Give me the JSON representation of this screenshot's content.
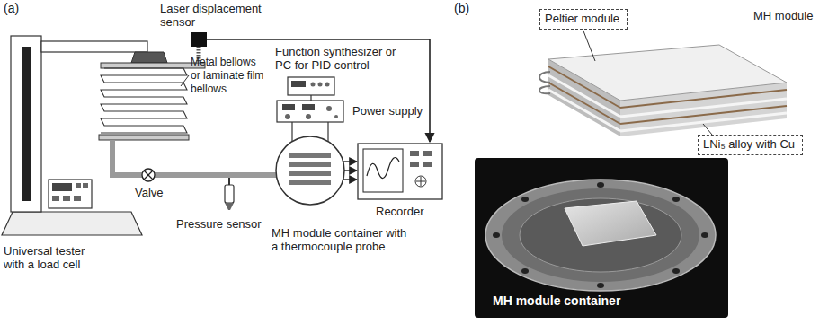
{
  "diagram": {
    "nodes": [
      {
        "text": [
          "Peltier module"
        ]
      },
      {
        "text": [
          "LNi₅ alloy with Cu"
        ]
      }
    ],
    "labels": [
      "(a)",
      "Laser displacement sensor",
      "Function synthesizer or PC for PID control",
      "Metal bellows or laminate film bellows",
      "Power supply",
      "Valve",
      "Recorder",
      "Universal tester with a load cell",
      "Pressure sensor",
      "MH module container with a thermocouple probe",
      "(b)",
      "MH module",
      "MH module container"
    ]
  }
}
